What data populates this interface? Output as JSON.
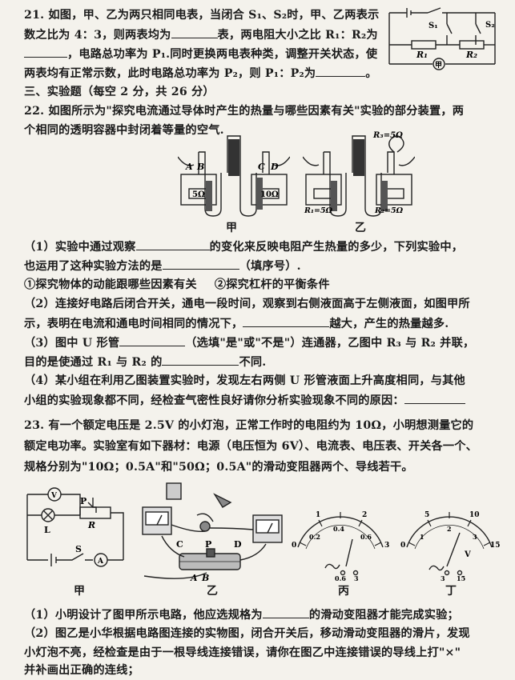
{
  "q21": {
    "line1": "21. 如图，甲、乙为两只相同电表，当闭合 S₁、S₂时，甲、乙两表示",
    "line2": "数之比为 4：3，则两表均为",
    "line2b": "表，两电阻大小之比 R₁：R₂为",
    "line3b": "，电路总功率为 P₁.同时更换两电表种类，调整开关状态，使",
    "line4": "两表均有正常示数，此时电路总功率为 P₂，则 P₁：P₂为",
    "line4end": "。",
    "figure": {
      "s1": "S₁",
      "s2": "S₂",
      "r1": "R₁",
      "r2": "R₂",
      "meter": "甲"
    }
  },
  "section3": "三、实验题（每空 2 分，共 26 分）",
  "q22": {
    "line1": "22. 如图所示为\"探究电流通过导体时产生的热量与哪些因素有关\"实验的部分装置，两",
    "line2": "个相同的透明容器中封闭着等量的空气.",
    "fig_jia": {
      "a": "A",
      "b": "B",
      "c": "C",
      "d": "D",
      "r_left": "5Ω",
      "r_right": "10Ω",
      "caption": "甲"
    },
    "fig_yi": {
      "r3": "R₃=5Ω",
      "r1": "R₁=5Ω",
      "r2": "R₂=5Ω",
      "caption": "乙"
    },
    "p1a": "（1）实验中通过观察",
    "p1b": "的变化来反映电阻产生热量的多少，下列实验中，",
    "p1c": "也运用了这种实验方法的是",
    "p1d": "（填序号）.",
    "opt1": "①探究物体的动能跟哪些因素有关",
    "opt2": "②探究杠杆的平衡条件",
    "p2a": "（2）连接好电路后闭合开关，通电一段时间，观察到右侧液面高于左侧液面，如图甲所",
    "p2b": "示，表明在电流和通电时间相同的情况下，",
    "p2c": "越大，产生的热量越多.",
    "p3a": "（3）图中 U 形管",
    "p3b": "（选填\"是\"或\"不是\"）连通器，乙图中 R₃ 与 R₂ 并联，",
    "p3c": "目的是使通过 R₁ 与 R₂ 的",
    "p3d": "不同.",
    "p4a": "（4）某小组在利用乙图装置实验时，发现左右两侧 U 形管液面上升高度相同，与其他",
    "p4b": "小组的实验现象都不同，经检查气密性良好请你分析实验现象不同的原因："
  },
  "q23": {
    "line1": "23. 有一个额定电压是 2.5V 的小灯泡，正常工作时的电阻约为 10Ω，小明想测量它的",
    "line2": "额定电功率。实验室有如下器材：电源（电压恒为 6V）、电流表、电压表、开关各一个、",
    "line3": "规格分别为\"10Ω；0.5A\"和\"50Ω；0.5A\"的滑动变阻器两个、导线若干。",
    "fig_jia": {
      "v": "V",
      "l": "L",
      "p": "P",
      "r": "R",
      "s": "S",
      "a": "A",
      "caption": "甲"
    },
    "fig_yi": {
      "c": "C",
      "p": "P",
      "d": "D",
      "a": "A",
      "b": "B",
      "caption": "乙"
    },
    "fig_bing": {
      "t0": "0",
      "t1": "1",
      "t2": "2",
      "t3": "3",
      "s1": "0.2",
      "s2": "0.4",
      "s3": "0.6",
      "term1": "0.6",
      "term2": "3",
      "caption": "丙"
    },
    "fig_ding": {
      "t0": "0",
      "t1": "5",
      "t2": "10",
      "t3": "15",
      "s1": "1",
      "s2": "2",
      "s3": "3",
      "unit": "V",
      "term1": "3",
      "term2": "15",
      "caption": "丁"
    },
    "p1a": "（1）小明设计了图甲所示电路，他应选规格为",
    "p1b": "的滑动变阻器才能完成实验；",
    "p2a": "（2）图乙是小华根据电路图连接的实物图，闭合开关后，移动滑动变阻器的滑片，发现",
    "p2b": "小灯泡不亮，经检查是由于一根导线连接错误，请你在图乙中连接错误的导线上打\"×\"",
    "p2c": "并补画出正确的连线；"
  }
}
